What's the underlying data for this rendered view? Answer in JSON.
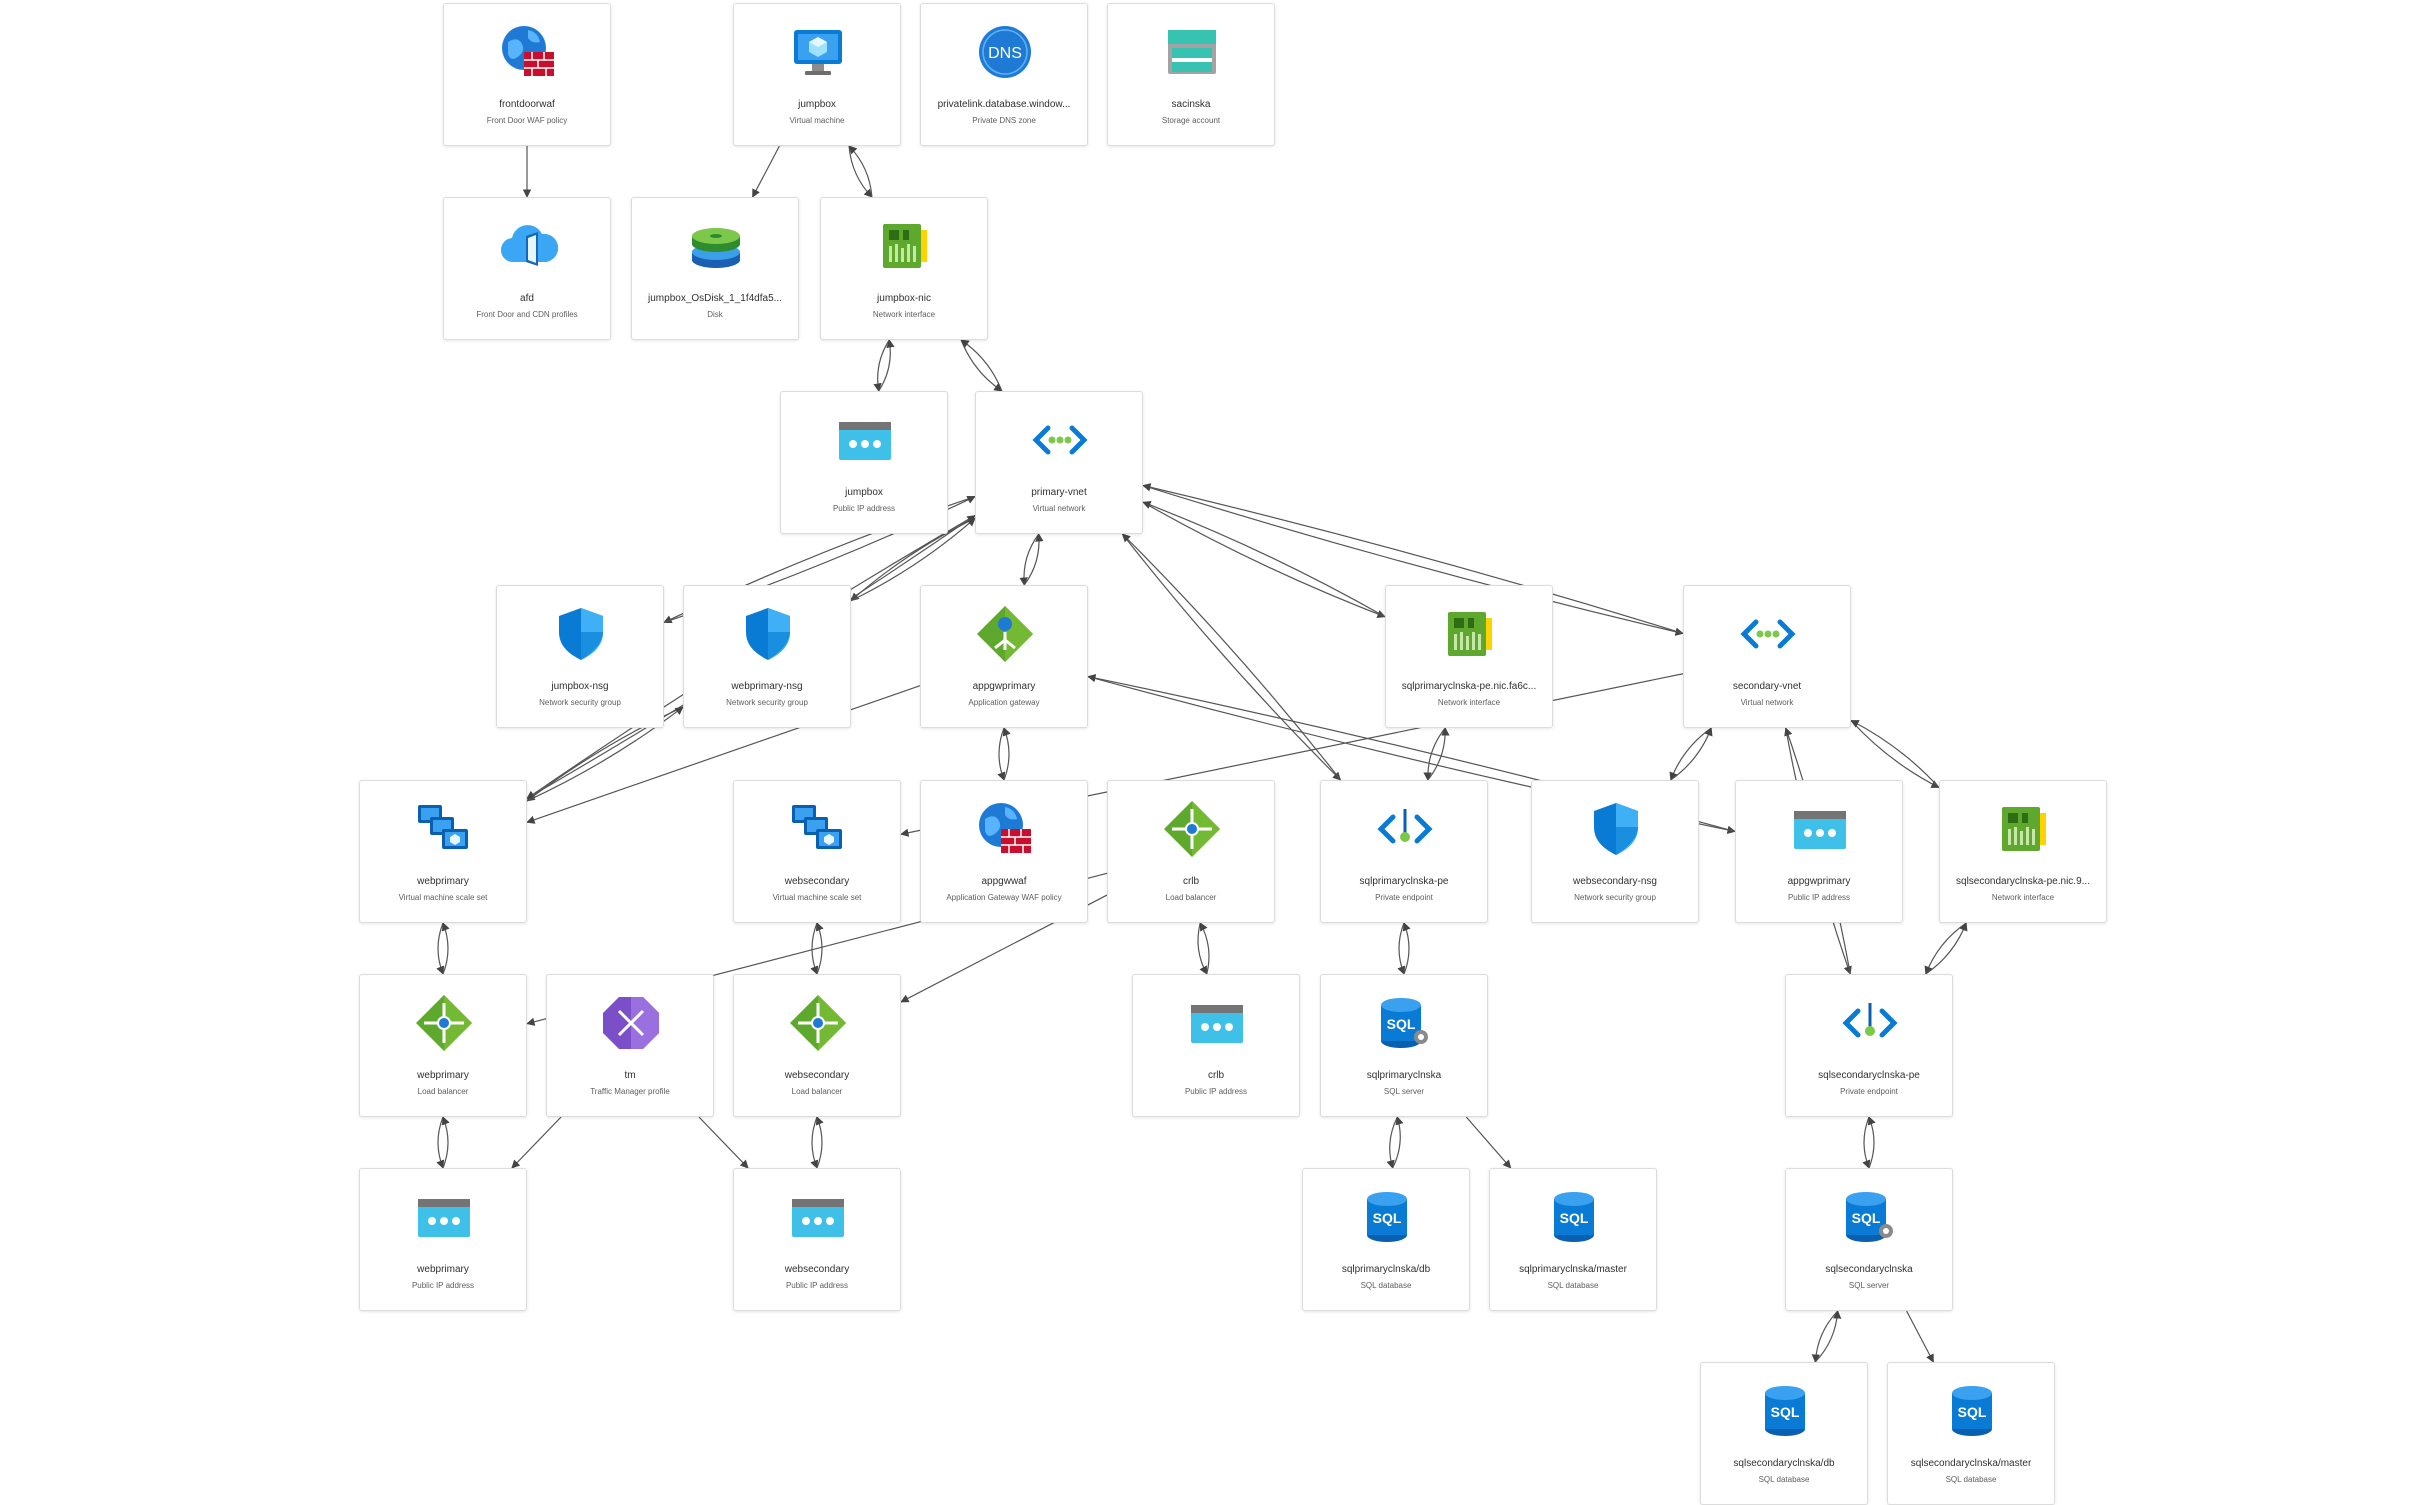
{
  "nodes": [
    {
      "id": "frontdoorwaf",
      "name": "frontdoorwaf",
      "type": "Front Door WAF policy",
      "icon": "waf-policy-icon"
    },
    {
      "id": "jumpbox_vm",
      "name": "jumpbox",
      "type": "Virtual machine",
      "icon": "virtual-machine-icon"
    },
    {
      "id": "dnszone",
      "name": "privatelink.database.window...",
      "type": "Private DNS zone",
      "icon": "dns-zone-icon"
    },
    {
      "id": "sacinska",
      "name": "sacinska",
      "type": "Storage account",
      "icon": "storage-account-icon"
    },
    {
      "id": "afd",
      "name": "afd",
      "type": "Front Door and CDN profiles",
      "icon": "front-door-icon"
    },
    {
      "id": "osdisk",
      "name": "jumpbox_OsDisk_1_1f4dfa5...",
      "type": "Disk",
      "icon": "disk-icon"
    },
    {
      "id": "jumpbox_nic",
      "name": "jumpbox-nic",
      "type": "Network interface",
      "icon": "network-interface-icon"
    },
    {
      "id": "jumpbox_pip",
      "name": "jumpbox",
      "type": "Public IP address",
      "icon": "public-ip-icon"
    },
    {
      "id": "primary_vnet",
      "name": "primary-vnet",
      "type": "Virtual network",
      "icon": "virtual-network-icon"
    },
    {
      "id": "jumpbox_nsg",
      "name": "jumpbox-nsg",
      "type": "Network security group",
      "icon": "network-security-group-icon"
    },
    {
      "id": "webprimary_nsg",
      "name": "webprimary-nsg",
      "type": "Network security group",
      "icon": "network-security-group-icon"
    },
    {
      "id": "appgwprimary",
      "name": "appgwprimary",
      "type": "Application gateway",
      "icon": "application-gateway-icon"
    },
    {
      "id": "sqlprimary_nic",
      "name": "sqlprimaryclnska-pe.nic.fa6c...",
      "type": "Network interface",
      "icon": "network-interface-icon"
    },
    {
      "id": "secondary_vnet",
      "name": "secondary-vnet",
      "type": "Virtual network",
      "icon": "virtual-network-icon"
    },
    {
      "id": "webprimary_vmss",
      "name": "webprimary",
      "type": "Virtual machine scale set",
      "icon": "vm-scale-set-icon"
    },
    {
      "id": "websecondary_vmss",
      "name": "websecondary",
      "type": "Virtual machine scale set",
      "icon": "vm-scale-set-icon"
    },
    {
      "id": "appgwwaf",
      "name": "appgwwaf",
      "type": "Application Gateway WAF policy",
      "icon": "waf-policy-icon"
    },
    {
      "id": "crlb",
      "name": "crlb",
      "type": "Load balancer",
      "icon": "load-balancer-icon"
    },
    {
      "id": "sqlprimary_pe",
      "name": "sqlprimaryclnska-pe",
      "type": "Private endpoint",
      "icon": "private-endpoint-icon"
    },
    {
      "id": "websecondary_nsg",
      "name": "websecondary-nsg",
      "type": "Network security group",
      "icon": "network-security-group-icon"
    },
    {
      "id": "appgwprimary_pip",
      "name": "appgwprimary",
      "type": "Public IP address",
      "icon": "public-ip-icon"
    },
    {
      "id": "sqlsecondary_nic",
      "name": "sqlsecondaryclnska-pe.nic.9...",
      "type": "Network interface",
      "icon": "network-interface-icon"
    },
    {
      "id": "webprimary_lb",
      "name": "webprimary",
      "type": "Load balancer",
      "icon": "load-balancer-icon"
    },
    {
      "id": "tm",
      "name": "tm",
      "type": "Traffic Manager profile",
      "icon": "traffic-manager-icon"
    },
    {
      "id": "websecondary_lb",
      "name": "websecondary",
      "type": "Load balancer",
      "icon": "load-balancer-icon"
    },
    {
      "id": "crlb_pip",
      "name": "crlb",
      "type": "Public IP address",
      "icon": "public-ip-icon"
    },
    {
      "id": "sqlprimary_server",
      "name": "sqlprimaryclnska",
      "type": "SQL server",
      "icon": "sql-server-icon"
    },
    {
      "id": "sqlsecondary_pe",
      "name": "sqlsecondaryclnska-pe",
      "type": "Private endpoint",
      "icon": "private-endpoint-icon"
    },
    {
      "id": "webprimary_pip",
      "name": "webprimary",
      "type": "Public IP address",
      "icon": "public-ip-icon"
    },
    {
      "id": "websecondary_pip",
      "name": "websecondary",
      "type": "Public IP address",
      "icon": "public-ip-icon"
    },
    {
      "id": "sqlprimary_db",
      "name": "sqlprimaryclnska/db",
      "type": "SQL database",
      "icon": "sql-database-icon"
    },
    {
      "id": "sqlprimary_master",
      "name": "sqlprimaryclnska/master",
      "type": "SQL database",
      "icon": "sql-database-icon"
    },
    {
      "id": "sqlsecondary_server",
      "name": "sqlsecondaryclnska",
      "type": "SQL server",
      "icon": "sql-server-icon"
    },
    {
      "id": "sqlsecondary_db",
      "name": "sqlsecondaryclnska/db",
      "type": "SQL database",
      "icon": "sql-database-icon"
    },
    {
      "id": "sqlsecondary_master",
      "name": "sqlsecondaryclnska/master",
      "type": "SQL database",
      "icon": "sql-database-icon"
    }
  ],
  "edges": [
    {
      "from": "frontdoorwaf",
      "to": "afd",
      "bidirectional": false
    },
    {
      "from": "jumpbox_vm",
      "to": "osdisk",
      "bidirectional": false
    },
    {
      "from": "jumpbox_vm",
      "to": "jumpbox_nic",
      "bidirectional": true
    },
    {
      "from": "jumpbox_nic",
      "to": "jumpbox_pip",
      "bidirectional": true
    },
    {
      "from": "jumpbox_nic",
      "to": "primary_vnet",
      "bidirectional": true
    },
    {
      "from": "primary_vnet",
      "to": "jumpbox_nsg",
      "bidirectional": true
    },
    {
      "from": "primary_vnet",
      "to": "webprimary_nsg",
      "bidirectional": true
    },
    {
      "from": "primary_vnet",
      "to": "appgwprimary",
      "bidirectional": true
    },
    {
      "from": "primary_vnet",
      "to": "sqlprimary_nic",
      "bidirectional": true
    },
    {
      "from": "primary_vnet",
      "to": "secondary_vnet",
      "bidirectional": true
    },
    {
      "from": "primary_vnet",
      "to": "webprimary_vmss",
      "bidirectional": true
    },
    {
      "from": "primary_vnet",
      "to": "sqlprimary_pe",
      "bidirectional": true
    },
    {
      "from": "webprimary_nsg",
      "to": "webprimary_vmss",
      "bidirectional": true
    },
    {
      "from": "appgwprimary",
      "to": "webprimary_vmss",
      "bidirectional": false
    },
    {
      "from": "appgwprimary",
      "to": "appgwwaf",
      "bidirectional": true
    },
    {
      "from": "appgwprimary",
      "to": "appgwprimary_pip",
      "bidirectional": true
    },
    {
      "from": "secondary_vnet",
      "to": "websecondary_vmss",
      "bidirectional": false
    },
    {
      "from": "secondary_vnet",
      "to": "websecondary_nsg",
      "bidirectional": true
    },
    {
      "from": "secondary_vnet",
      "to": "sqlsecondary_nic",
      "bidirectional": true
    },
    {
      "from": "secondary_vnet",
      "to": "sqlsecondary_pe",
      "bidirectional": true
    },
    {
      "from": "sqlprimary_nic",
      "to": "sqlprimary_pe",
      "bidirectional": true
    },
    {
      "from": "webprimary_vmss",
      "to": "webprimary_lb",
      "bidirectional": true
    },
    {
      "from": "websecondary_vmss",
      "to": "websecondary_lb",
      "bidirectional": true
    },
    {
      "from": "crlb",
      "to": "webprimary_lb",
      "bidirectional": false
    },
    {
      "from": "crlb",
      "to": "websecondary_lb",
      "bidirectional": false
    },
    {
      "from": "crlb",
      "to": "crlb_pip",
      "bidirectional": true
    },
    {
      "from": "sqlprimary_pe",
      "to": "sqlprimary_server",
      "bidirectional": true
    },
    {
      "from": "sqlsecondary_nic",
      "to": "sqlsecondary_pe",
      "bidirectional": true
    },
    {
      "from": "webprimary_lb",
      "to": "webprimary_pip",
      "bidirectional": true
    },
    {
      "from": "websecondary_lb",
      "to": "websecondary_pip",
      "bidirectional": true
    },
    {
      "from": "tm",
      "to": "webprimary_pip",
      "bidirectional": false
    },
    {
      "from": "tm",
      "to": "websecondary_pip",
      "bidirectional": false
    },
    {
      "from": "sqlprimary_server",
      "to": "sqlprimary_db",
      "bidirectional": true
    },
    {
      "from": "sqlprimary_server",
      "to": "sqlprimary_master",
      "bidirectional": false
    },
    {
      "from": "sqlsecondary_pe",
      "to": "sqlsecondary_server",
      "bidirectional": true
    },
    {
      "from": "sqlsecondary_server",
      "to": "sqlsecondary_db",
      "bidirectional": true
    },
    {
      "from": "sqlsecondary_server",
      "to": "sqlsecondary_master",
      "bidirectional": false
    }
  ]
}
